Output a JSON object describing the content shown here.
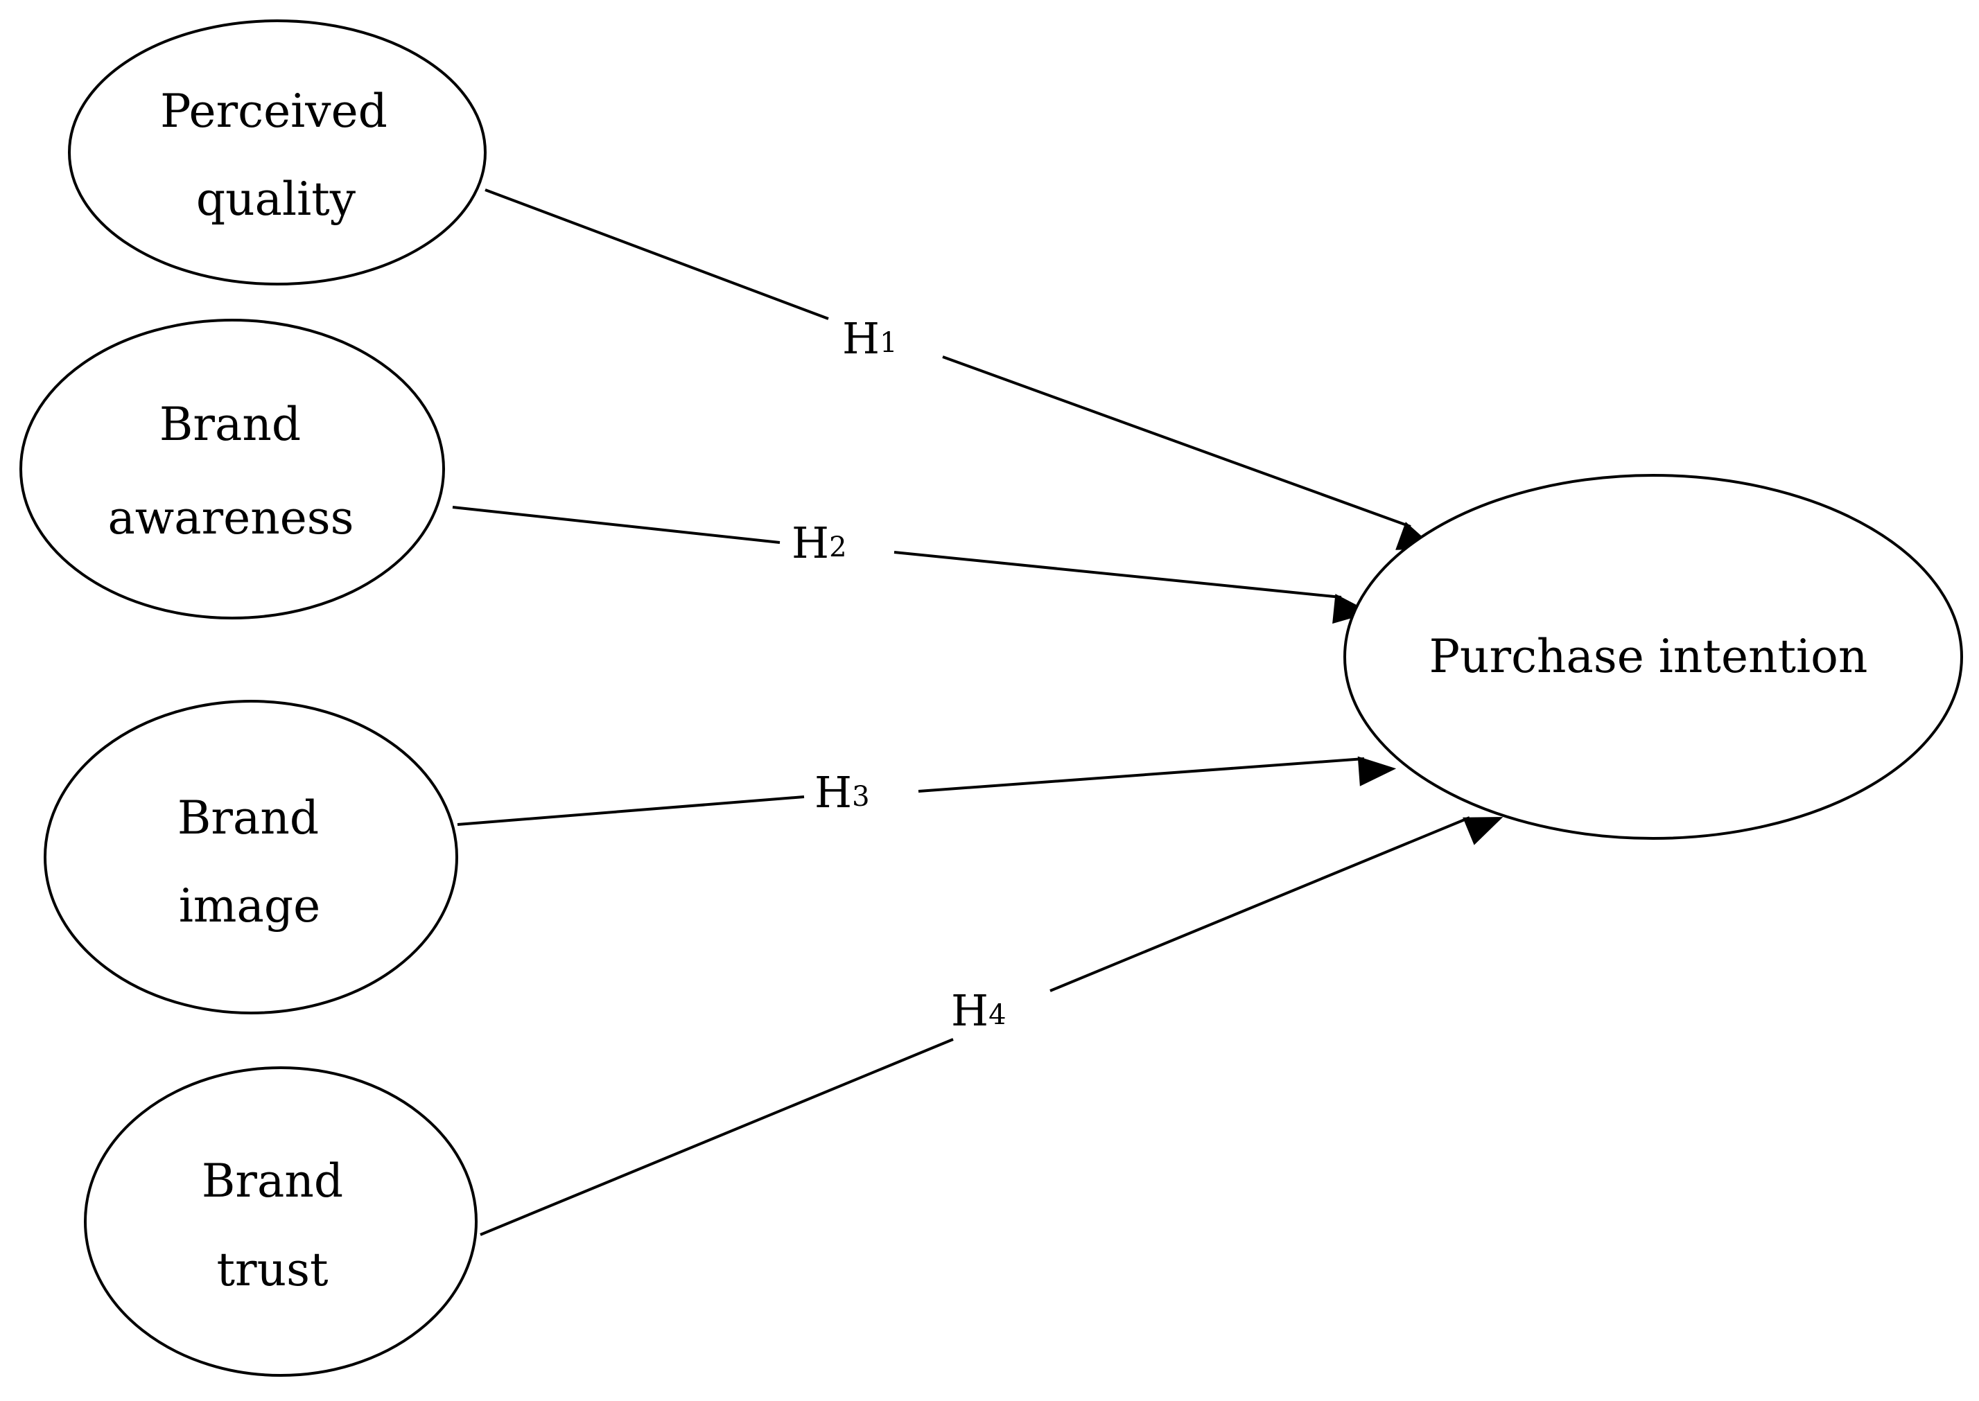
{
  "nodes": {
    "perceived_quality": {
      "line1": "Perceived",
      "line2": "quality"
    },
    "brand_awareness": {
      "line1": "Brand",
      "line2": "awareness"
    },
    "brand_image": {
      "line1": "Brand",
      "line2": "image"
    },
    "brand_trust": {
      "line1": "Brand",
      "line2": "trust"
    },
    "purchase_intention": {
      "label": "Purchase intention"
    }
  },
  "hypotheses": {
    "h1": {
      "letter": "H",
      "index": "1",
      "from": "Perceived quality",
      "to": "Purchase intention"
    },
    "h2": {
      "letter": "H",
      "index": "2",
      "from": "Brand awareness",
      "to": "Purchase intention"
    },
    "h3": {
      "letter": "H",
      "index": "3",
      "from": "Brand image",
      "to": "Purchase intention"
    },
    "h4": {
      "letter": "H",
      "index": "4",
      "from": "Brand trust",
      "to": "Purchase intention"
    }
  },
  "colors": {
    "stroke": "#000000",
    "background": "#ffffff"
  }
}
